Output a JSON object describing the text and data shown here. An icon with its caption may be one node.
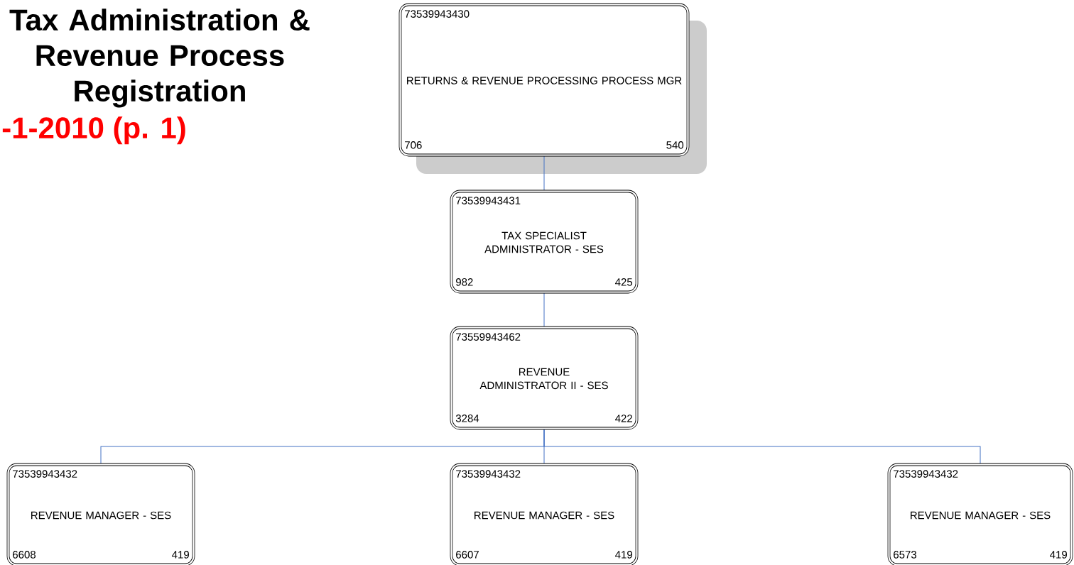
{
  "diagram": {
    "title": "Tax Administration & Revenue Process Registration",
    "nodes": [
      {
        "text": [
          "73539943430",
          "RETURNS & REVENUE PROCESSING PROCESS MGR",
          "706",
          "540"
        ]
      },
      {
        "text": [
          "73539943431",
          "TAX SPECIALIST ADMINISTRATOR - SES",
          "982",
          "425"
        ]
      },
      {
        "text": [
          "73559943462",
          "REVENUE ADMINISTRATOR II - SES",
          "3284",
          "422"
        ]
      },
      {
        "text": [
          "73539943432",
          "REVENUE MANAGER - SES",
          "6608",
          "419"
        ]
      },
      {
        "text": [
          "73539943432",
          "REVENUE MANAGER - SES",
          "6607",
          "419"
        ]
      },
      {
        "text": [
          "73539943432",
          "REVENUE MANAGER - SES",
          "6573",
          "419"
        ]
      }
    ],
    "edges": [
      {
        "from": 0,
        "to": 1,
        "arrow": "none"
      },
      {
        "from": 1,
        "to": 2,
        "arrow": "none"
      },
      {
        "from": 2,
        "to": 3,
        "arrow": "none"
      },
      {
        "from": 2,
        "to": 4,
        "arrow": "none"
      },
      {
        "from": 2,
        "to": 5,
        "arrow": "none"
      }
    ],
    "labels": [
      "-1-2010 (p. 1)"
    ]
  }
}
